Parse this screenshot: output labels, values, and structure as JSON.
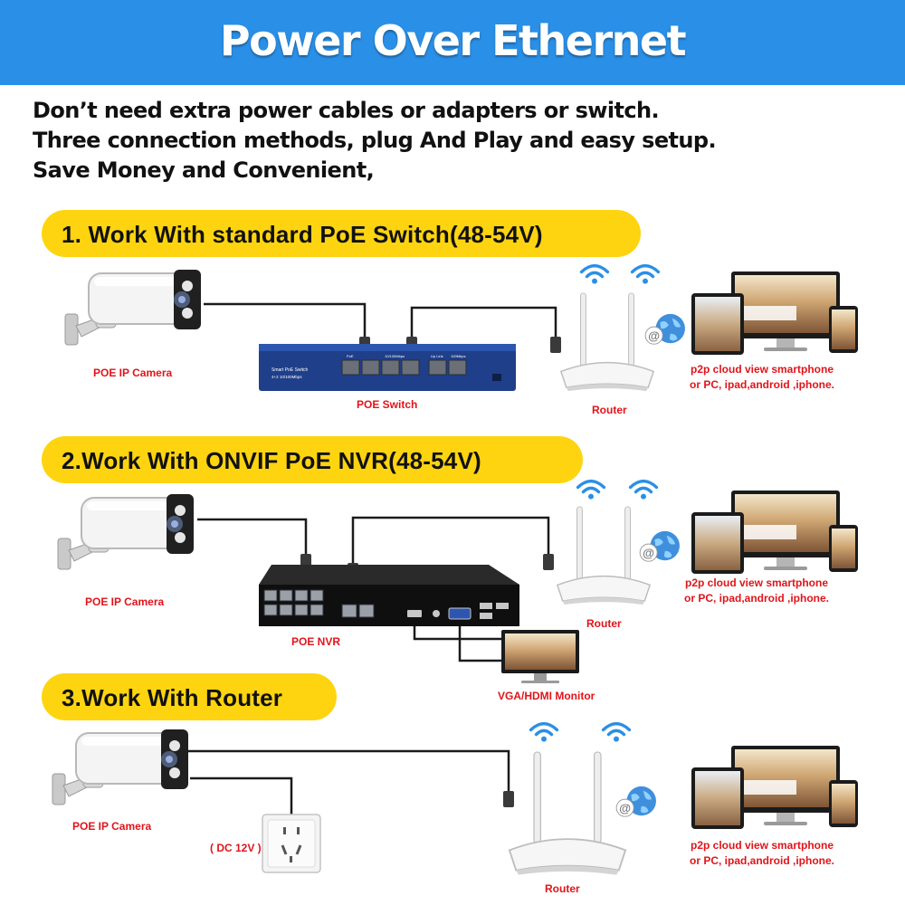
{
  "title": "Power Over Ethernet",
  "intro": [
    "Don’t need extra power cables or adapters or switch.",
    "Three connection methods, plug And Play and easy setup.",
    "Save Money and Convenient,"
  ],
  "sections": [
    {
      "heading": "1. Work With standard PoE Switch(48-54V)",
      "camera_label": "POE IP Camera",
      "device_label": "POE Switch",
      "router_label": "Router",
      "view_label": [
        "p2p cloud view smartphone",
        "or PC, ipad,android ,iphone."
      ],
      "switch_text": [
        "Smart PoE Switch",
        "4+2 10/100Mbps",
        "PoE",
        "10/100Mbps",
        "Up Link",
        "100Mbps"
      ]
    },
    {
      "heading": "2.Work With ONVIF PoE NVR(48-54V)",
      "camera_label": "POE IP Camera",
      "device_label": "POE NVR",
      "router_label": "Router",
      "monitor_label": "VGA/HDMI Monitor",
      "view_label": [
        "p2p cloud view smartphone",
        "or PC, ipad,android ,iphone."
      ]
    },
    {
      "heading": "3.Work With Router",
      "camera_label": "POE IP Camera",
      "power_label": "( DC 12V )",
      "router_label": "Router",
      "view_label": [
        "p2p cloud view smartphone",
        "or PC, ipad,android ,iphone."
      ]
    }
  ],
  "colors": {
    "header": "#2a8fe6",
    "pill": "#fdd40f",
    "label_red": "#e1141a",
    "switch_blue": "#1f3f8a"
  }
}
